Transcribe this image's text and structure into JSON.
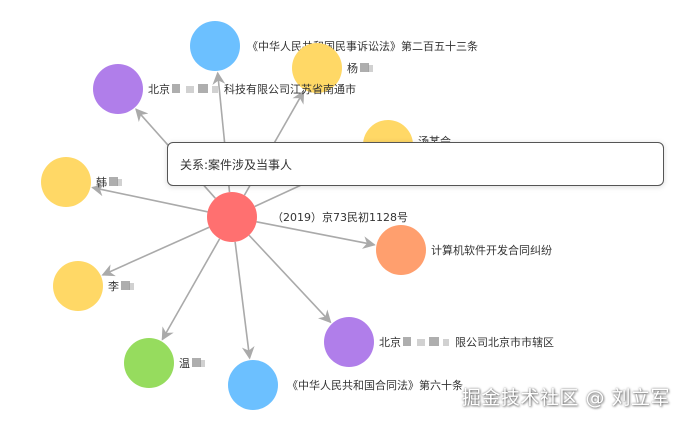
{
  "tooltip": {
    "prefix": "关系: ",
    "relation": "案件涉及当事人"
  },
  "watermark": "掘金技术社区 @ 刘立军",
  "colors": {
    "center": "#ff7070",
    "law": "#6cc0ff",
    "person": "#ffd866",
    "company": "#b07eea",
    "cause": "#ff9f6e",
    "person_green": "#96dc5e",
    "edge": "#aaaaaa"
  },
  "graph": {
    "center": {
      "id": "case",
      "label": "（2019）京73民初1128号",
      "color_key": "center"
    },
    "nodes": [
      {
        "id": "law1",
        "label": "《中华人民共和国民事诉讼法》第二百五十三条",
        "color_key": "law"
      },
      {
        "id": "person1",
        "label": "杨",
        "color_key": "person",
        "blurred": true
      },
      {
        "id": "company1",
        "label": "北京",
        "label_tail": "科技有限公司江苏省南通市",
        "color_key": "company",
        "blurred": true
      },
      {
        "id": "person2",
        "label": "汤某会",
        "color_key": "person"
      },
      {
        "id": "person3",
        "label": "韩",
        "color_key": "person",
        "blurred": true
      },
      {
        "id": "cause1",
        "label": "计算机软件开发合同纠纷",
        "color_key": "cause"
      },
      {
        "id": "person4",
        "label": "李",
        "color_key": "person",
        "blurred": true
      },
      {
        "id": "company2",
        "label": "北京",
        "label_tail": "限公司北京市市辖区",
        "color_key": "company",
        "blurred": true
      },
      {
        "id": "person5",
        "label": "温",
        "color_key": "person_green",
        "blurred": true
      },
      {
        "id": "law2",
        "label": "《中华人民共和国合同法》第六十条",
        "color_key": "law"
      }
    ],
    "edges": [
      {
        "from": "case",
        "to": "law1"
      },
      {
        "from": "case",
        "to": "person1"
      },
      {
        "from": "case",
        "to": "company1"
      },
      {
        "from": "case",
        "to": "person2"
      },
      {
        "from": "case",
        "to": "person3"
      },
      {
        "from": "case",
        "to": "cause1"
      },
      {
        "from": "case",
        "to": "person4"
      },
      {
        "from": "case",
        "to": "company2"
      },
      {
        "from": "case",
        "to": "person5"
      },
      {
        "from": "case",
        "to": "law2"
      }
    ]
  }
}
